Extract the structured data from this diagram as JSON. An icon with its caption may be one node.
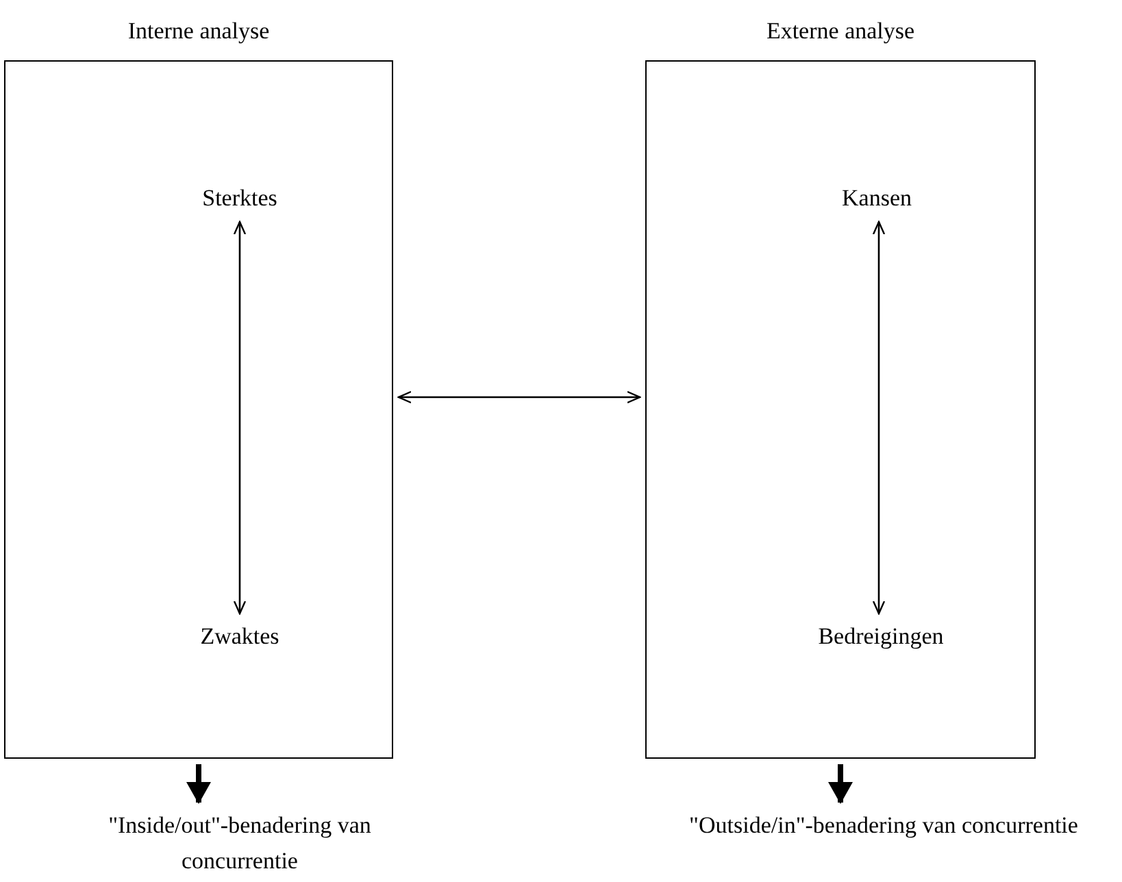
{
  "diagram": {
    "nodes": [
      {
        "text": [
          "Interne analyse"
        ]
      },
      {
        "text": [
          "Sterktes"
        ],
        "in": 0
      },
      {
        "text": [
          "Zwaktes"
        ],
        "in": 0
      },
      {
        "text": [
          "Externe analyse"
        ]
      },
      {
        "text": [
          "Kansen"
        ],
        "in": 3
      },
      {
        "text": [
          "Bedreigingen"
        ],
        "in": 3
      },
      {
        "text": [
          "\"Inside/out\"-benadering van concurrentie"
        ]
      },
      {
        "text": [
          "\"Outside/in\"-benadering van concurrentie"
        ]
      }
    ],
    "edges": [
      {
        "from": 1,
        "to": 2,
        "arrow": "both"
      },
      {
        "from": 4,
        "to": 5,
        "arrow": "both"
      },
      {
        "from": 0,
        "to": 3,
        "arrow": "both"
      },
      {
        "from": 0,
        "to": 6,
        "arrow": "to",
        "style": "thick"
      },
      {
        "from": 3,
        "to": 7,
        "arrow": "to",
        "style": "thick"
      }
    ]
  }
}
